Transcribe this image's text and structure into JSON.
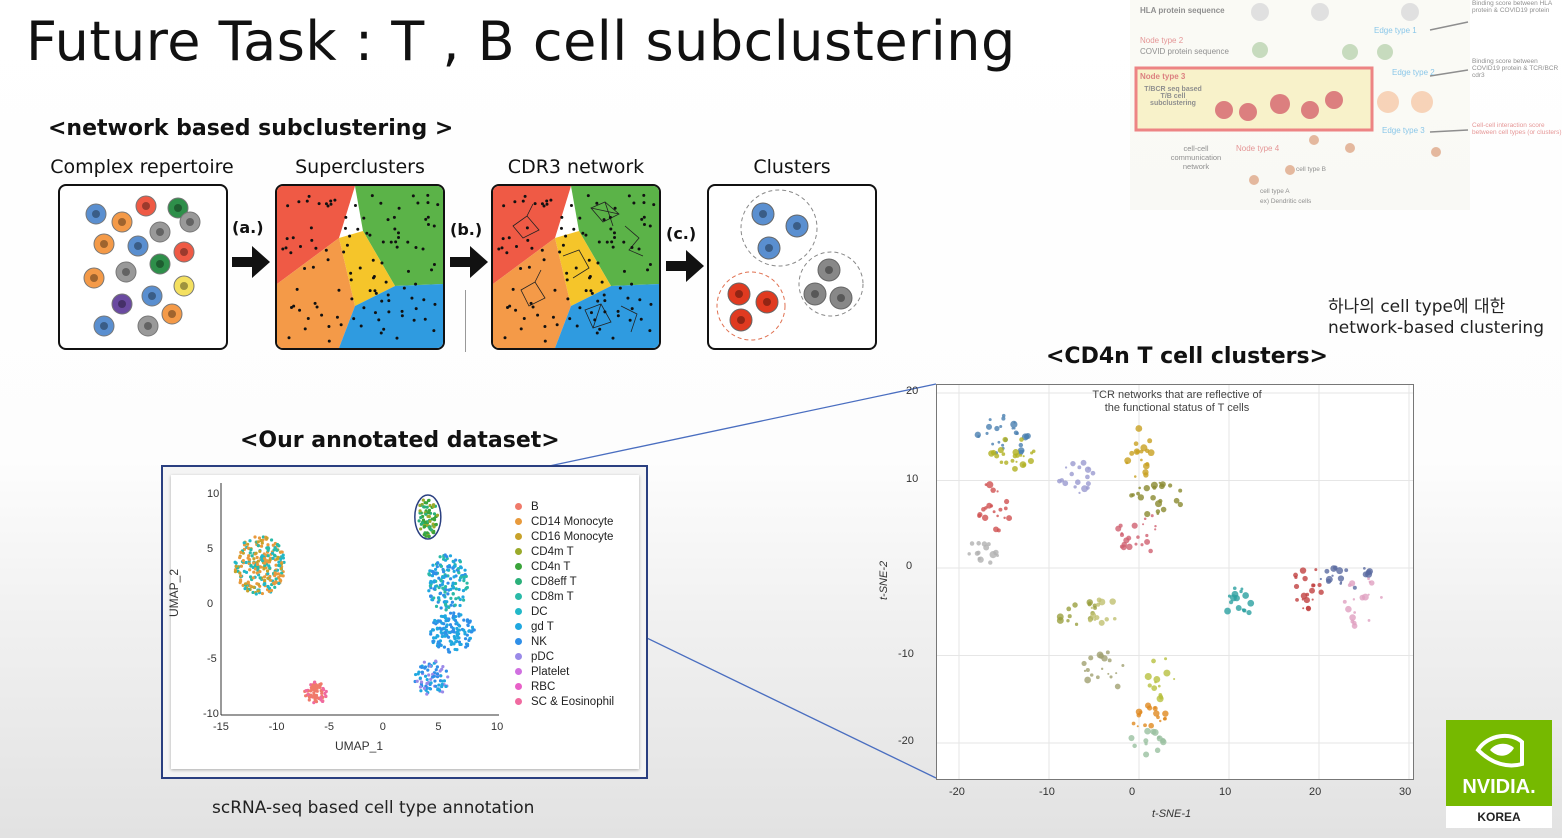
{
  "slide": {
    "title": "Future Task : T , B cell subclustering",
    "network_heading": "<network based subclustering >",
    "panels": [
      "Complex repertoire",
      "Superclusters",
      "CDR3 network",
      "Clusters"
    ],
    "steps": [
      "(a.)",
      "(b.)",
      "(c.)"
    ],
    "korean_note_line1": "하나의 cell type에 대한",
    "korean_note_line2": "network-based clustering",
    "dataset_heading": "<Our annotated dataset>",
    "dataset_caption": "scRNA-seq based cell type annotation",
    "cd4n_heading": "<CD4n T cell clusters>",
    "tsne_note_line1": "TCR networks that are reflective of",
    "tsne_note_line2": "the functional status of T cells"
  },
  "umap": {
    "xlabel": "UMAP_1",
    "ylabel": "UMAP_2",
    "xticks": [
      "-15",
      "-10",
      "-5",
      "0",
      "5",
      "10"
    ],
    "yticks": [
      "10",
      "5",
      "0",
      "-5",
      "-10"
    ],
    "legend": [
      {
        "label": "B",
        "color": "#f07a6a"
      },
      {
        "label": "CD14 Monocyte",
        "color": "#e89a3c"
      },
      {
        "label": "CD16 Monocyte",
        "color": "#c8a22a"
      },
      {
        "label": "CD4m T",
        "color": "#9aaa2a"
      },
      {
        "label": "CD4n T",
        "color": "#3aa43a"
      },
      {
        "label": "CD8eff T",
        "color": "#2ab07a"
      },
      {
        "label": "CD8m T",
        "color": "#2abaa8"
      },
      {
        "label": "DC",
        "color": "#22b8c8"
      },
      {
        "label": "gd T",
        "color": "#20a8e0"
      },
      {
        "label": "NK",
        "color": "#2f8fe8"
      },
      {
        "label": "pDC",
        "color": "#9a8ae8"
      },
      {
        "label": "Platelet",
        "color": "#d070e0"
      },
      {
        "label": "RBC",
        "color": "#e860c8"
      },
      {
        "label": "SC & Eosinophil",
        "color": "#f06aa0"
      }
    ]
  },
  "tsne": {
    "xlabel": "t-SNE-1",
    "ylabel": "t-SNE-2",
    "xticks": [
      "-20",
      "-10",
      "0",
      "10",
      "20",
      "30"
    ],
    "yticks": [
      "20",
      "10",
      "0",
      "-10",
      "-20"
    ]
  },
  "overlay": {
    "row1_label": "HLA protein sequence",
    "node_type2": "Node type 2",
    "covid_label": "COVID protein sequence",
    "node_type3": "Node type 3",
    "node_type3_desc": "T/BCR seq based T/B cell subclustering",
    "node_type4": "Node type 4",
    "cellcell": "cell-cell communication network",
    "edge_type1": "Edge type 1",
    "edge_type2": "Edge type 2",
    "edge_type3": "Edge type 3",
    "note1": "Binding score between HLA protein & COVID19 protein",
    "note2": "Binding score between COVID19 protein & TCR/BCR cdr3",
    "note3": "Cell-cell interaction score between cell types (or clusters)",
    "celltypeB": "cell type B",
    "celltypeA": "cell type A",
    "dendritic": "ex) Dendritic cells"
  },
  "logo": {
    "brand": "NVIDIA.",
    "region": "KOREA"
  },
  "colors": {
    "red": "#ef5a45",
    "orange": "#f49a48",
    "yellow": "#f5c52a",
    "green": "#5bb348",
    "blue": "#2f9be0"
  }
}
